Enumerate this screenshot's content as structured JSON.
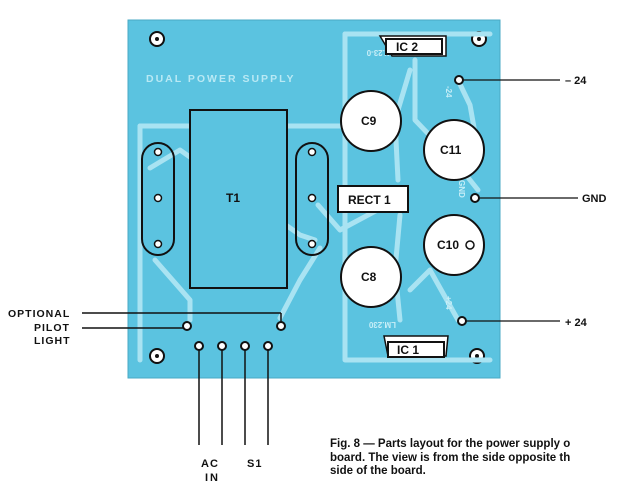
{
  "board": {
    "silkscreen_title": "DUAL POWER SUPPLY",
    "colors": {
      "board": "#5bc3e0",
      "trace": "#a9e3f2",
      "ink": "#111111",
      "background": "#ffffff"
    }
  },
  "components": {
    "transformer": "T1",
    "rectifier": "RECT 1",
    "ic_top": "IC 2",
    "ic_bottom": "IC 1",
    "cap_c9": "C9",
    "cap_c11": "C11",
    "cap_c8": "C8",
    "cap_c10": "C10"
  },
  "silkscreen_marks": {
    "top_right": "W.23-0",
    "bottom_right": "LM.230",
    "gnd": "GND",
    "neg_small": "-24",
    "pos_small": "+24"
  },
  "callouts": {
    "minus_24": "– 24",
    "gnd": "GND",
    "plus_24": "+ 24",
    "optional": "OPTIONAL",
    "pilot_line1": "PILOT",
    "pilot_line2": "LIGHT",
    "ac_line1": "AC",
    "ac_line2": "IN",
    "s1": "S1"
  },
  "caption": {
    "line1": "Fig. 8 — Parts layout for the power supply o",
    "line2": "board. The view is from the side opposite th",
    "line3": "side of the board."
  }
}
